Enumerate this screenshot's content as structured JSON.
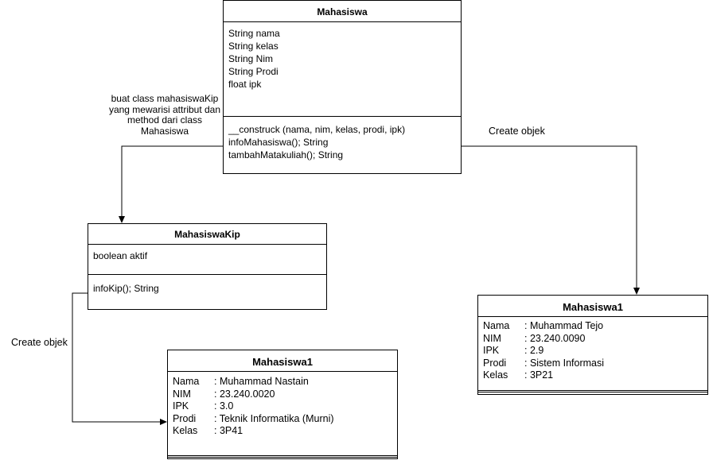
{
  "classes": {
    "mahasiswa": {
      "title": "Mahasiswa",
      "attributes": [
        "String nama",
        "String kelas",
        "String Nim",
        "String Prodi",
        "float ipk"
      ],
      "methods": [
        "__construck (nama, nim, kelas, prodi, ipk)",
        "infoMahasiswa(); String",
        "tambahMatakuliah(); String"
      ]
    },
    "mahasiswa_kip": {
      "title": "MahasiswaKip",
      "attributes": [
        "boolean aktif"
      ],
      "methods": [
        "infoKip(); String"
      ]
    }
  },
  "objects": {
    "left": {
      "title": "Mahasiswa1",
      "rows": [
        {
          "key": "Nama",
          "value": ": Muhammad Nastain"
        },
        {
          "key": "NIM",
          "value": ": 23.240.0020"
        },
        {
          "key": "IPK",
          "value": ": 3.0"
        },
        {
          "key": "Prodi",
          "value": ": Teknik Informatika (Murni)"
        },
        {
          "key": "Kelas",
          "value": ": 3P41"
        }
      ]
    },
    "right": {
      "title": "Mahasiswa1",
      "rows": [
        {
          "key": "Nama",
          "value": ": Muhammad Tejo"
        },
        {
          "key": "NIM",
          "value": ": 23.240.0090"
        },
        {
          "key": "IPK",
          "value": ": 2.9"
        },
        {
          "key": "Prodi",
          "value": ": Sistem Informasi"
        },
        {
          "key": "Kelas",
          "value": ": 3P21"
        }
      ]
    }
  },
  "labels": {
    "inheritance": [
      "buat class mahasiswaKip",
      "yang mewarisi attribut dan",
      "method dari class",
      "Mahasiswa"
    ],
    "create_left": "Create objek",
    "create_right": "Create objek"
  }
}
